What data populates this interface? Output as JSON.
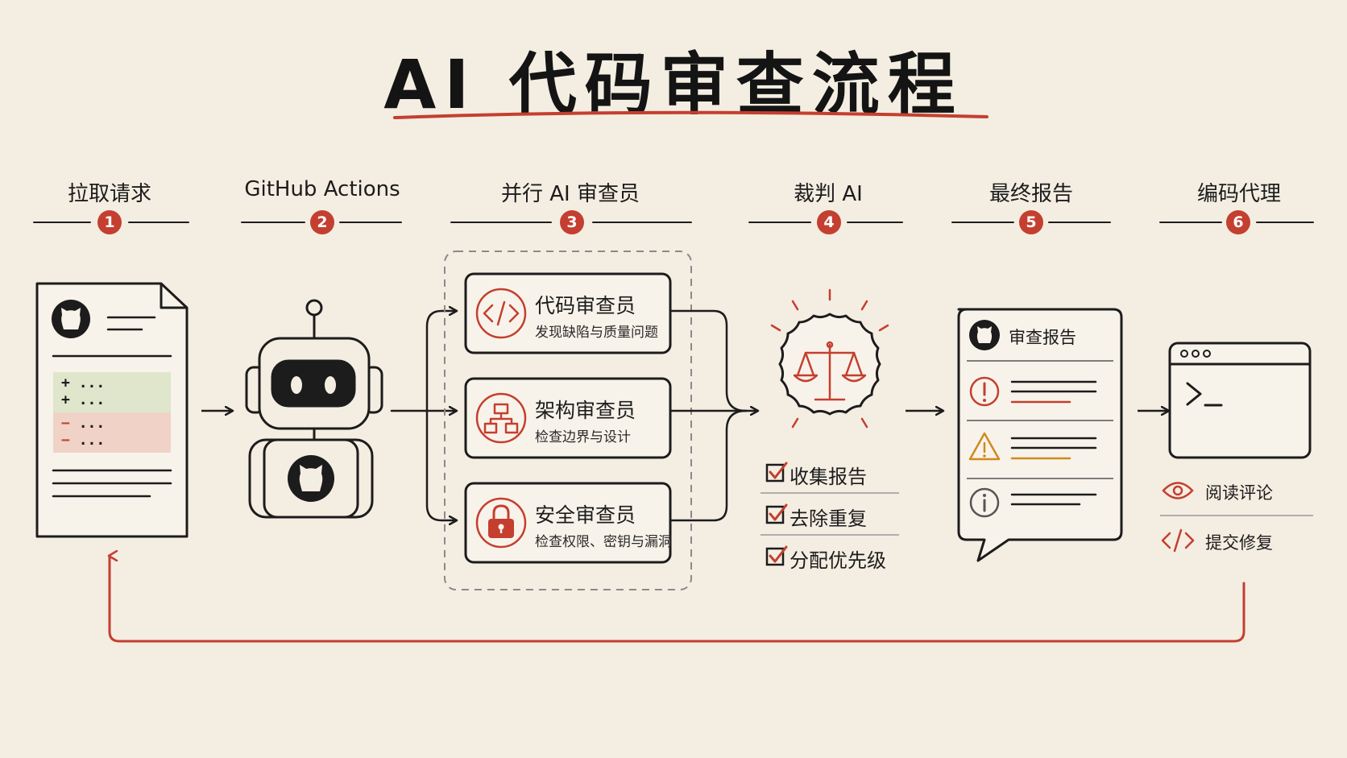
{
  "title": "AI 代码审查流程",
  "steps": [
    {
      "num": "1",
      "label": "拉取请求"
    },
    {
      "num": "2",
      "label": "GitHub Actions"
    },
    {
      "num": "3",
      "label": "并行 AI 审查员"
    },
    {
      "num": "4",
      "label": "裁判 AI"
    },
    {
      "num": "5",
      "label": "最终报告"
    },
    {
      "num": "6",
      "label": "编码代理"
    }
  ],
  "pull_request": {
    "diff_lines": [
      {
        "sign": "+",
        "text": "..."
      },
      {
        "sign": "+",
        "text": "..."
      },
      {
        "sign": "−",
        "text": "..."
      },
      {
        "sign": "−",
        "text": "..."
      }
    ]
  },
  "reviewers": [
    {
      "title": "代码审查员",
      "subtitle": "发现缺陷与质量问题",
      "icon": "code-icon"
    },
    {
      "title": "架构审查员",
      "subtitle": "检查边界与设计",
      "icon": "architecture-icon"
    },
    {
      "title": "安全审查员",
      "subtitle": "检查权限、密钥与漏洞",
      "icon": "lock-icon"
    }
  ],
  "judge": {
    "icon": "scales-icon",
    "items": [
      "收集报告",
      "去除重复",
      "分配优先级"
    ]
  },
  "report": {
    "title": "审查报告",
    "entries": [
      {
        "level": "error",
        "color": "#c43f2f"
      },
      {
        "level": "warning",
        "color": "#d08a1e"
      },
      {
        "level": "info",
        "color": "#555555"
      }
    ]
  },
  "agent": {
    "prompt": ">_",
    "actions": [
      {
        "icon": "eye-icon",
        "label": "阅读评论"
      },
      {
        "icon": "code-icon",
        "label": "提交修复"
      }
    ]
  },
  "colors": {
    "accent": "#c43f2f",
    "ink": "#1c1c1c",
    "background": "#f4ede2",
    "diff_add": "#dfe6cc",
    "diff_remove": "#f0d2c6",
    "warning": "#d08a1e"
  }
}
